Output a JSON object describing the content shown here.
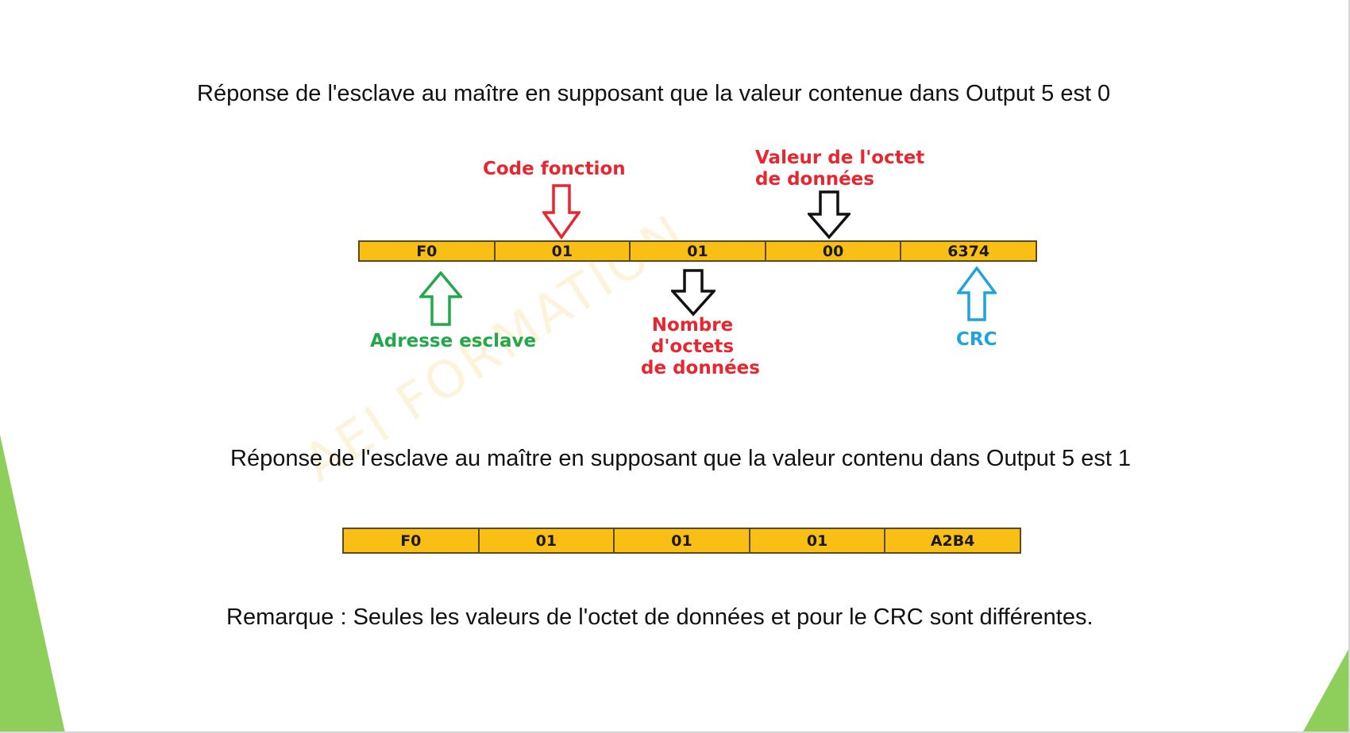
{
  "titles": {
    "response_0": "Réponse de l'esclave au maître en supposant que la valeur contenue dans Output 5 est 0",
    "response_1": "Réponse de l'esclave au maître en supposant que la valeur contenu dans Output 5 est 1"
  },
  "frame_0": {
    "cells": [
      "F0",
      "01",
      "01",
      "00",
      "6374"
    ]
  },
  "frame_1": {
    "cells": [
      "F0",
      "01",
      "01",
      "01",
      "A2B4"
    ]
  },
  "labels": {
    "code_fonction": "Code fonction",
    "valeur_octet_line1": "Valeur de l'octet",
    "valeur_octet_line2": "de données",
    "adresse_esclave": "Adresse esclave",
    "nombre_line1": "Nombre",
    "nombre_line2": "d'octets",
    "nombre_line3": "de données",
    "crc": "CRC"
  },
  "remark": "Remarque : Seules les valeurs de l'octet de données et pour le CRC sont différentes.",
  "watermark": "AEI FORMATION",
  "colors": {
    "frame_fill": "#f9bf14",
    "label_red": "#e8262f",
    "label_green": "#21a84a",
    "label_blue": "#1fa3dc",
    "arrow_black": "#111111",
    "accent_green": "#8dcf5a"
  },
  "icons": {
    "down_arrow": "down-arrow-icon",
    "up_arrow": "up-arrow-icon"
  }
}
